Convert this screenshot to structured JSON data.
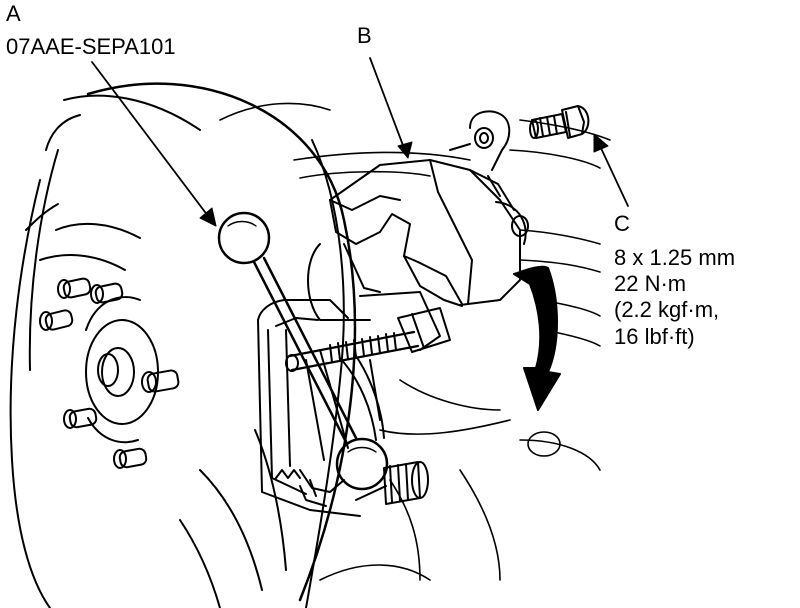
{
  "callouts": {
    "a": {
      "letter": "A",
      "part_number": "07AAE-SEPA101"
    },
    "b": {
      "letter": "B"
    },
    "c": {
      "letter": "C",
      "spec_lines": [
        "8 x 1.25 mm",
        "22 N·m",
        "(2.2 kgf·m,",
        "16 lbf·ft)"
      ]
    }
  },
  "colors": {
    "line": "#000000",
    "background": "#ffffff"
  }
}
